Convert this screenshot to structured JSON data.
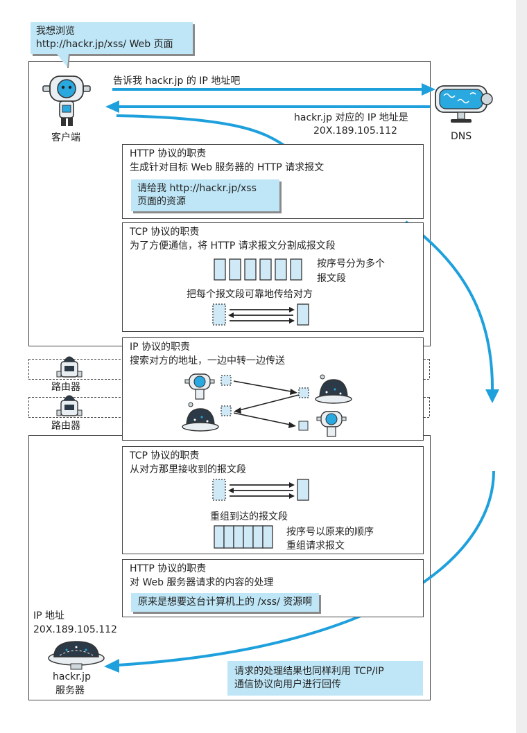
{
  "request_bubble": {
    "line1": "我想浏览",
    "line2": "http://hackr.jp/xss/ Web 页面"
  },
  "client_label": "客户端",
  "dns": {
    "label": "DNS",
    "ask": "告诉我 hackr.jp 的 IP 地址吧",
    "reply_line1": "hackr.jp 对应的 IP 地址是",
    "reply_line2": "20X.189.105.112"
  },
  "http_send": {
    "title": "HTTP 协议的职责",
    "desc": "生成针对目标 Web 服务器的 HTTP 请求报文",
    "callout_line1": "请给我 http://hackr.jp/xss",
    "callout_line2": "页面的资源"
  },
  "tcp_send": {
    "title": "TCP 协议的职责",
    "desc": "为了方便通信，将 HTTP 请求报文分割成报文段",
    "note_line1": "按序号分为多个",
    "note_line2": "报文段",
    "note2": "把每个报文段可靠地传给对方"
  },
  "ip": {
    "title": "IP 协议的职责",
    "desc": "搜索对方的地址，一边中转一边传送"
  },
  "routers": [
    "路由器",
    "路由器"
  ],
  "tcp_recv": {
    "title": "TCP 协议的职责",
    "desc": "从对方那里接收到的报文段",
    "note": "重组到达的报文段",
    "note2_line1": "按序号以原来的顺序",
    "note2_line2": "重组请求报文"
  },
  "http_recv": {
    "title": "HTTP 协议的职责",
    "desc": "对 Web 服务器请求的内容的处理",
    "callout": "原来是想要这台计算机上的 /xss/ 资源啊"
  },
  "server": {
    "ip_label": "IP 地址",
    "ip_value": "20X.189.105.112",
    "name_line1": "hackr.jp",
    "name_line2": "服务器"
  },
  "response_note": {
    "line1": "请求的处理结果也同样利用 TCP/IP",
    "line2": "通信协议向用户进行回传"
  },
  "colors": {
    "arrow": "#1ea0dc",
    "callout": "#bfe6f6",
    "segment": "#cfe9f6"
  }
}
